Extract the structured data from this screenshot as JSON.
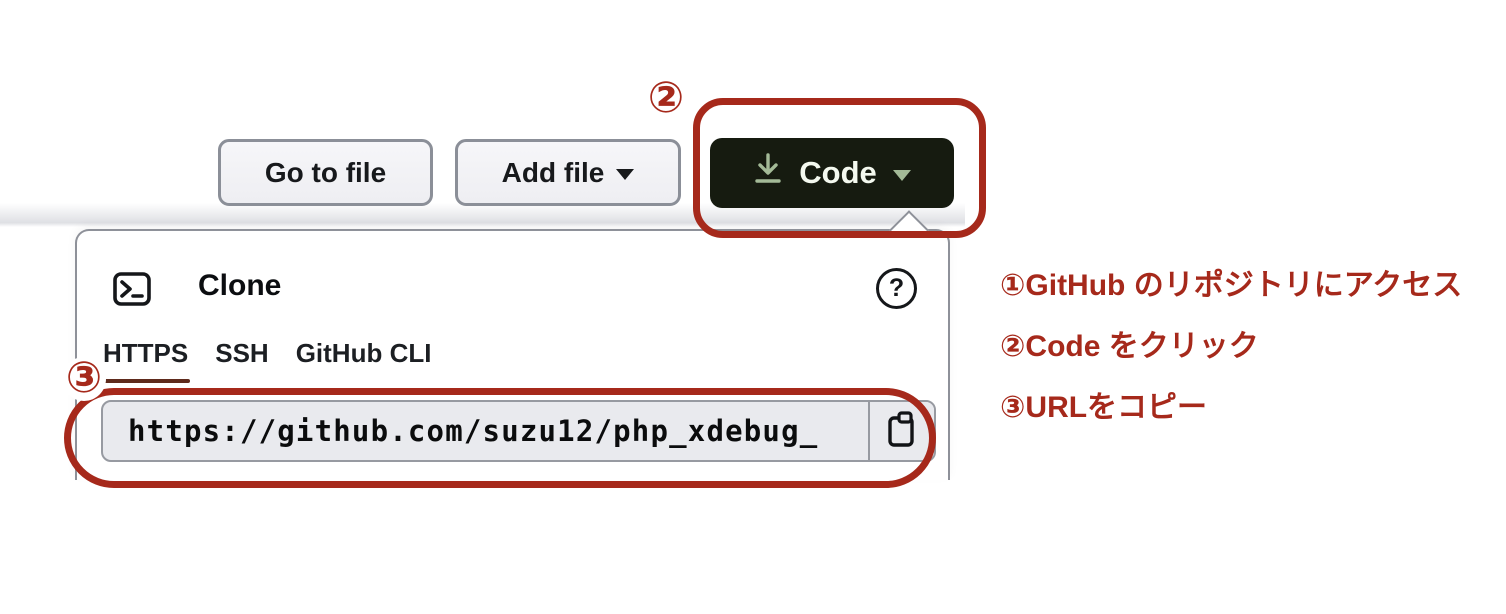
{
  "toolbar": {
    "go_to_file_label": "Go to file",
    "add_file_label": "Add file",
    "code_label": "Code"
  },
  "clone_panel": {
    "title": "Clone",
    "help_glyph": "?",
    "tabs": [
      {
        "label": "HTTPS",
        "selected": true
      },
      {
        "label": "SSH",
        "selected": false
      },
      {
        "label": "GitHub CLI",
        "selected": false
      }
    ],
    "url_value": "https://github.com/suzu12/php_xdebug_"
  },
  "annotations": {
    "badge2": "②",
    "badge3": "③",
    "steps": [
      "①GitHub のリポジトリにアクセス",
      "②Code をクリック",
      "③URLをコピー"
    ]
  },
  "colors": {
    "annotation_red": "#a6291b",
    "selected_tab_underline": "#5e2a1c",
    "code_button_bg": "#161b10",
    "code_button_icon_green": "#a3ba97"
  }
}
